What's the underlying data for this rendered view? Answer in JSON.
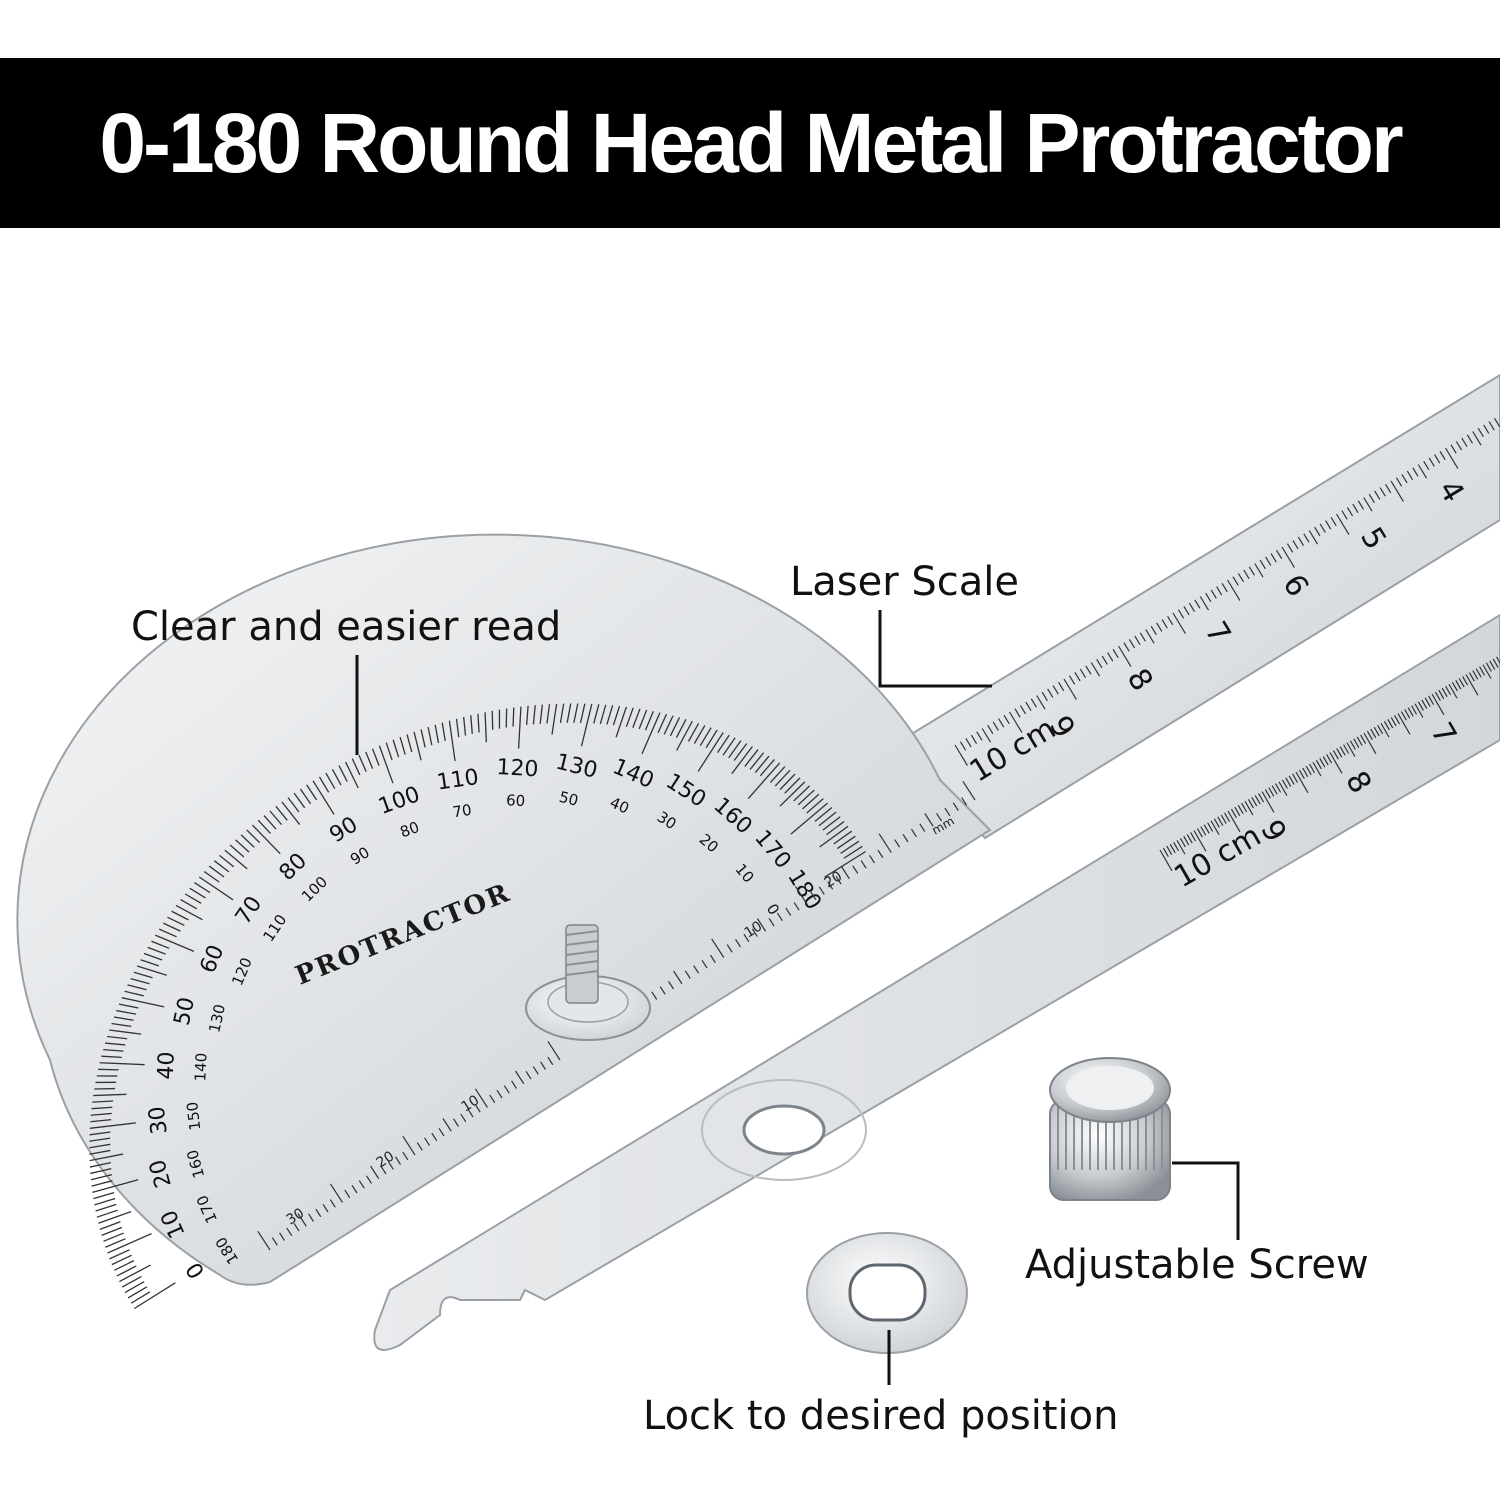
{
  "title": "0-180 Round Head Metal Protractor",
  "callouts": {
    "clear_read": "Clear and easier read",
    "laser_scale": "Laser Scale",
    "adjustable_screw": "Adjustable Screw",
    "lock_position": "Lock to desired position"
  },
  "protractor": {
    "brand_text": "PROTRACTOR",
    "outer_scale": [
      "180",
      "170",
      "160",
      "150",
      "140",
      "130",
      "120",
      "110",
      "100",
      "90",
      "80",
      "70",
      "60",
      "50",
      "40",
      "30",
      "20",
      "10",
      "0"
    ],
    "inner_scale": [
      "0",
      "10",
      "20",
      "30",
      "40",
      "50",
      "60",
      "70",
      "80",
      "90",
      "100",
      "110",
      "120",
      "130",
      "140",
      "150",
      "160",
      "170",
      "180"
    ],
    "unit": "mm",
    "stem_labels": [
      "30",
      "20",
      "10"
    ]
  },
  "ruler_upper": {
    "numbers": [
      "4",
      "5",
      "6",
      "7",
      "8",
      "9"
    ],
    "end_label": "10 cm"
  },
  "ruler_lower": {
    "numbers": [
      "7",
      "8",
      "9"
    ],
    "end_label": "10 cm"
  },
  "colors": {
    "banner": "#000000",
    "banner_text": "#ffffff",
    "steel": "#d9dde1",
    "ink": "#111111"
  }
}
